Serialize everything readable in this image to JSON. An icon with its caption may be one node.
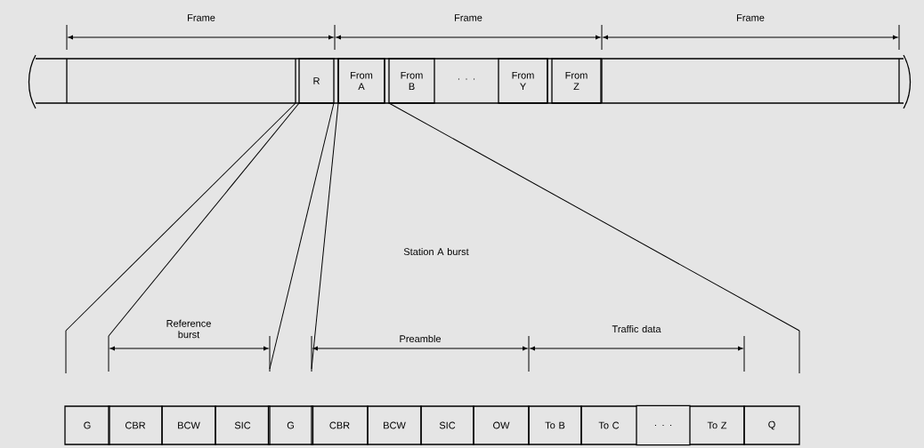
{
  "diagram": {
    "nodes": [
      {
        "text": [
          "R"
        ]
      },
      {
        "text": [
          "From A"
        ]
      },
      {
        "text": [
          "From B"
        ]
      },
      {
        "text": [
          "From Y"
        ]
      },
      {
        "text": [
          "From Z"
        ]
      },
      {
        "text": [
          "G"
        ]
      },
      {
        "text": [
          "CBR"
        ]
      },
      {
        "text": [
          "BCW"
        ]
      },
      {
        "text": [
          "SIC"
        ]
      },
      {
        "text": [
          "G"
        ]
      },
      {
        "text": [
          "CBR"
        ]
      },
      {
        "text": [
          "BCW"
        ]
      },
      {
        "text": [
          "SIC"
        ]
      },
      {
        "text": [
          "OW"
        ]
      },
      {
        "text": [
          "To B"
        ]
      },
      {
        "text": [
          "To C"
        ]
      },
      {
        "text": [
          ". . ."
        ]
      },
      {
        "text": [
          "To Z"
        ]
      },
      {
        "text": [
          "Q"
        ]
      }
    ],
    "labels": [
      "Frame",
      "Frame",
      "Frame",
      ". . .",
      "Station A burst",
      "Reference burst",
      "Preamble",
      "Traffic data"
    ]
  }
}
